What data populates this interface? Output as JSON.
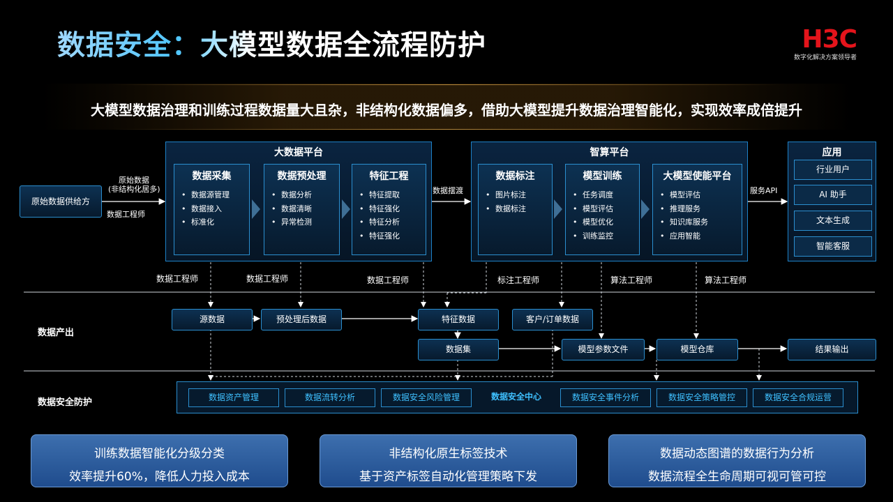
{
  "title": "数据安全：大模型数据全流程防护",
  "logo": {
    "text": "H3C",
    "tagline": "数字化解决方案领导者"
  },
  "subtitle": "大模型数据治理和训练过程数据量大且杂，非结构化数据偏多，借助大模型提升数据治理智能化，实现效率成倍提升",
  "source": {
    "label": "原始数据供给方",
    "flow_label_1": "原始数据",
    "flow_label_2": "(非结构化居多)",
    "role": "数据工程师"
  },
  "big_data_platform": {
    "title": "大数据平台",
    "modules": [
      {
        "title": "数据采集",
        "items": [
          "数据源管理",
          "数据接入",
          "标准化"
        ]
      },
      {
        "title": "数据预处理",
        "items": [
          "数据分析",
          "数据清晰",
          "异常检测"
        ]
      },
      {
        "title": "特征工程",
        "items": [
          "特征提取",
          "特征强化",
          "特征分析",
          "特征强化"
        ]
      }
    ]
  },
  "transfer_label": "数据摆渡",
  "compute_platform": {
    "title": "智算平台",
    "modules": [
      {
        "title": "数据标注",
        "items": [
          "图片标注",
          "数据标注"
        ]
      },
      {
        "title": "模型训练",
        "items": [
          "任务调度",
          "模型评估",
          "模型优化",
          "训练监控"
        ]
      },
      {
        "title": "大模型使能平台",
        "items": [
          "模型评估",
          "推理服务",
          "知识库服务",
          "应用智能"
        ]
      }
    ]
  },
  "api_label": "服务API",
  "apps": {
    "title": "应用",
    "items": [
      "行业用户",
      "AI 助手",
      "文本生成",
      "智能客服"
    ]
  },
  "roles": [
    "数据工程师",
    "数据工程师",
    "数据工程师",
    "标注工程师",
    "算法工程师",
    "算法工程师"
  ],
  "output": {
    "label": "数据产出",
    "boxes": [
      "源数据",
      "预处理后数据",
      "特征数据",
      "客户/订单数据",
      "数据集",
      "模型参数文件",
      "模型仓库",
      "结果输出"
    ]
  },
  "security": {
    "label": "数据安全防护",
    "items": [
      "数据资产管理",
      "数据流转分析",
      "数据安全风险管理",
      "数据安全中心",
      "数据安全事件分析",
      "数据安全策略管控",
      "数据安全合规运营"
    ]
  },
  "highlights": [
    {
      "line1": "训练数据智能化分级分类",
      "line2": "效率提升60%，降低人力投入成本"
    },
    {
      "line1": "非结构化原生标签技术",
      "line2": "基于资产标签自动化管理策略下发"
    },
    {
      "line1": "数据动态图谱的数据行为分析",
      "line2": "数据流程全生命周期可视可管可控"
    }
  ],
  "colors": {
    "accent": "#2b8fd0",
    "highlight_text": "#3fc0ff",
    "brand_red": "#e4141b"
  }
}
